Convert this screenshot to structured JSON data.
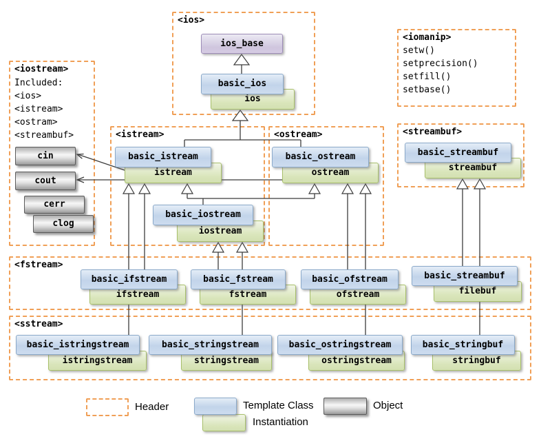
{
  "sections": {
    "ios": {
      "label": "<ios>"
    },
    "iomanip": {
      "label": "<iomanip>",
      "functions": [
        "setw()",
        "setprecision()",
        "setfill()",
        "setbase()"
      ]
    },
    "iostream": {
      "label": "<iostream>",
      "included_label": "Included:",
      "includes": [
        "<ios>",
        "<istream>",
        "<ostram>",
        "<streambuf>"
      ]
    },
    "istream": {
      "label": "<istream>"
    },
    "ostream": {
      "label": "<ostream>"
    },
    "streambuf": {
      "label": "<streambuf>"
    },
    "fstream": {
      "label": "<fstream>"
    },
    "sstream": {
      "label": "<sstream>"
    }
  },
  "classes": {
    "ios_base": "ios_base",
    "basic_ios": "basic_ios",
    "basic_istream": "basic_istream",
    "basic_ostream": "basic_ostream",
    "basic_iostream": "basic_iostream",
    "basic_streambuf": "basic_streambuf",
    "basic_ifstream": "basic_ifstream",
    "basic_fstream": "basic_fstream",
    "basic_ofstream": "basic_ofstream",
    "basic_streambuf_file": "basic_streambuf",
    "basic_istringstream": "basic_istringstream",
    "basic_stringstream": "basic_stringstream",
    "basic_ostringstream": "basic_ostringstream",
    "basic_stringbuf": "basic_stringbuf"
  },
  "instantiations": {
    "ios": "ios",
    "istream": "istream",
    "ostream": "ostream",
    "iostream": "iostream",
    "streambuf": "streambuf",
    "ifstream": "ifstream",
    "fstream": "fstream",
    "ofstream": "ofstream",
    "filebuf": "filebuf",
    "istringstream": "istringstream",
    "stringstream": "stringstream",
    "ostringstream": "ostringstream",
    "stringbuf": "stringbuf"
  },
  "objects": {
    "cin": "cin",
    "cout": "cout",
    "cerr": "cerr",
    "clog": "clog"
  },
  "legend": {
    "header": "Header",
    "template_class": "Template Class",
    "instantiation": "Instantiation",
    "object": "Object"
  },
  "colors": {
    "header_border": "#f09f56",
    "template_class_fill": "#c2d4ea",
    "template_class_border": "#8aa9ca",
    "instantiation_fill": "#d9e5ba",
    "instantiation_border": "#a8c06a",
    "base_class_fill": "#cfc5de",
    "base_class_border": "#9d8cb8",
    "object_fill": "#c9c9c9",
    "object_border": "#5a5a5a",
    "line": "#3b3b3b"
  }
}
